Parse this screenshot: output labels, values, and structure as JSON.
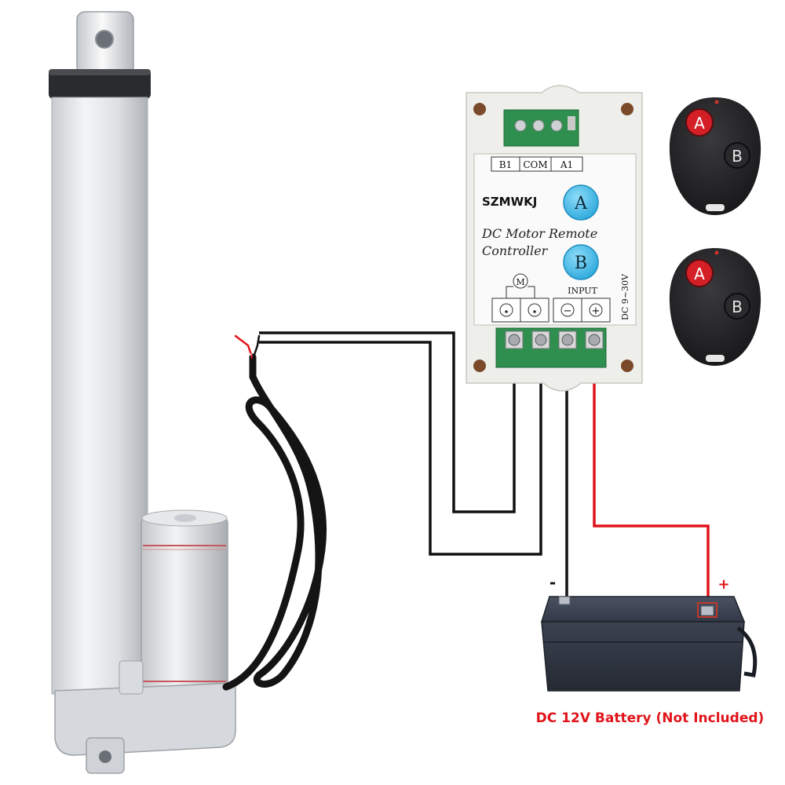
{
  "controller": {
    "terminals": [
      "B1",
      "COM",
      "A1"
    ],
    "brand": "SZMWKJ",
    "button_a": "A",
    "button_b": "B",
    "title_line1": "DC Motor Remote",
    "title_line2": "Controller",
    "motor_symbol": "M",
    "input_label": "INPUT",
    "voltage_label": "DC 9~30V",
    "minus_symbol": "−",
    "plus_symbol": "+"
  },
  "remotes": {
    "button_a": "A",
    "button_b": "B"
  },
  "battery": {
    "minus_mark": "-",
    "plus_mark": "+",
    "caption": "DC 12V Battery (Not Included)"
  },
  "colors": {
    "wire_black": "#111111",
    "wire_red": "#e0141a",
    "caption_red": "#e0141a",
    "button_blue": "#38b6e8",
    "remote_body": "#1c1c1e",
    "remote_red": "#d41f26",
    "battery_body": "#2e3440"
  }
}
